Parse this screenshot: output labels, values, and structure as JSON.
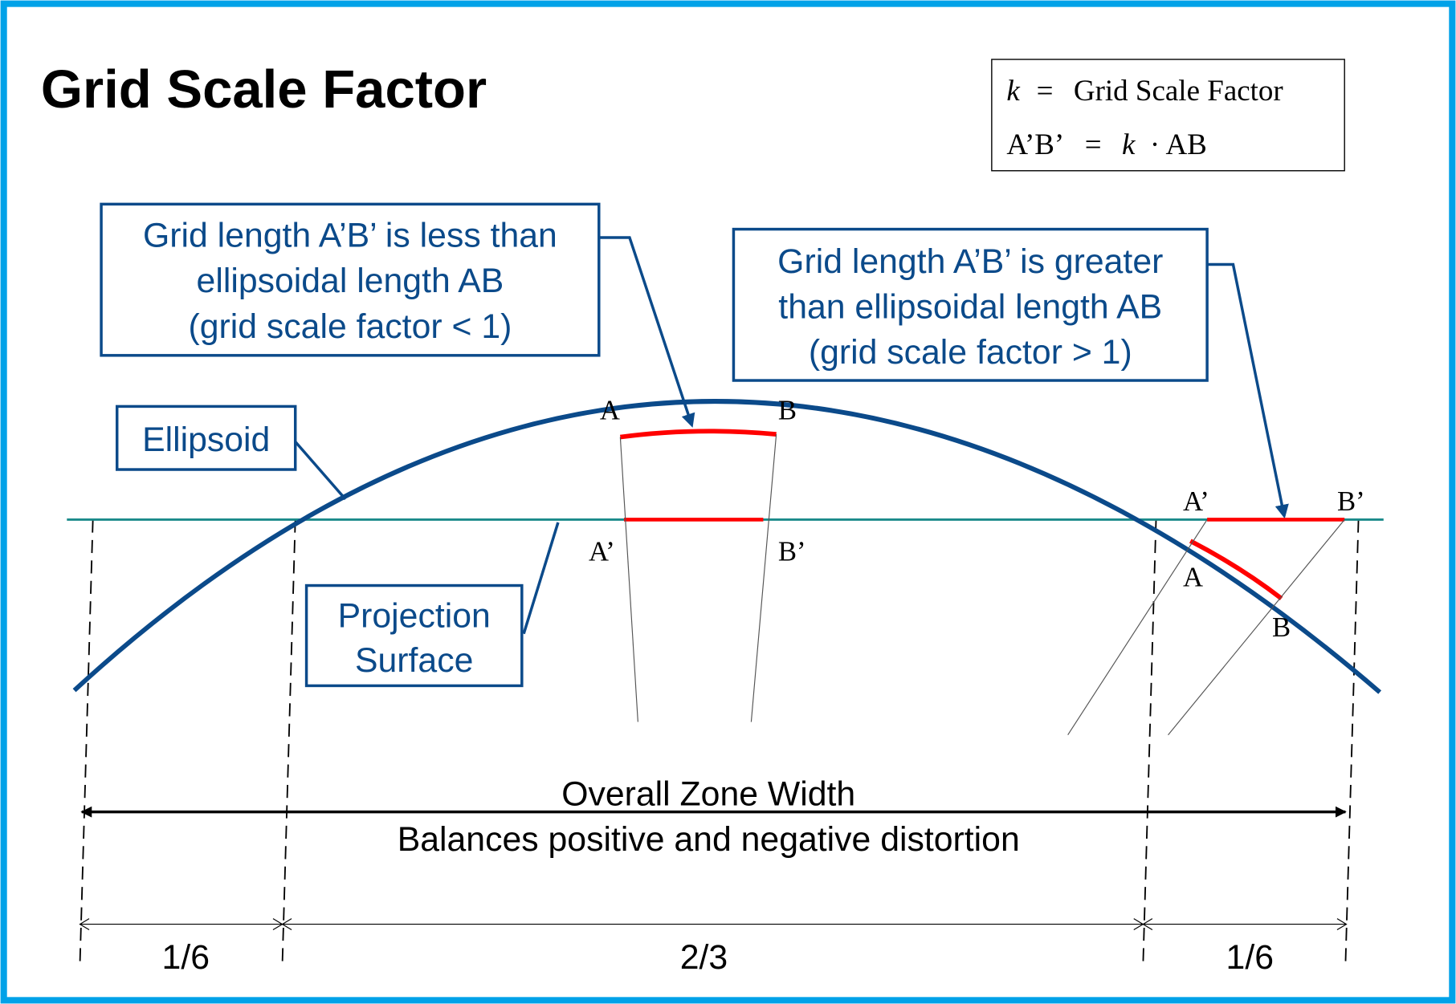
{
  "title": "Grid Scale Factor",
  "colors": {
    "frame": "#00a2e8",
    "ellipsoid": "#0b4a8a",
    "highlight": "#ff0000",
    "projection": "#1a8a8a",
    "callout_text": "#0b4a8a",
    "text": "#000000"
  },
  "legend": {
    "line1_var": "k",
    "line1_eq": "=",
    "line1_text": "Grid Scale Factor",
    "line2_lhs": "A’B’",
    "line2_eq": "=",
    "line2_var": "k",
    "line2_rhs": "· AB"
  },
  "callouts": {
    "less": {
      "line1": "Grid length A’B’ is less than",
      "line2": "ellipsoidal length AB",
      "line3": "(grid scale factor < 1)"
    },
    "greater": {
      "line1": "Grid length A’B’ is greater",
      "line2": "than ellipsoidal length AB",
      "line3": "(grid scale factor > 1)"
    },
    "ellipsoid": "Ellipsoid",
    "projection": {
      "line1": "Projection",
      "line2": "Surface"
    }
  },
  "points": {
    "center": {
      "A": "A",
      "B": "B",
      "A_prime": "A’",
      "B_prime": "B’"
    },
    "right": {
      "A": "A",
      "B": "B",
      "A_prime": "A’",
      "B_prime": "B’"
    }
  },
  "zone": {
    "title": "Overall Zone Width",
    "subtitle": "Balances positive and negative distortion",
    "segments": [
      "1/6",
      "2/3",
      "1/6"
    ]
  }
}
